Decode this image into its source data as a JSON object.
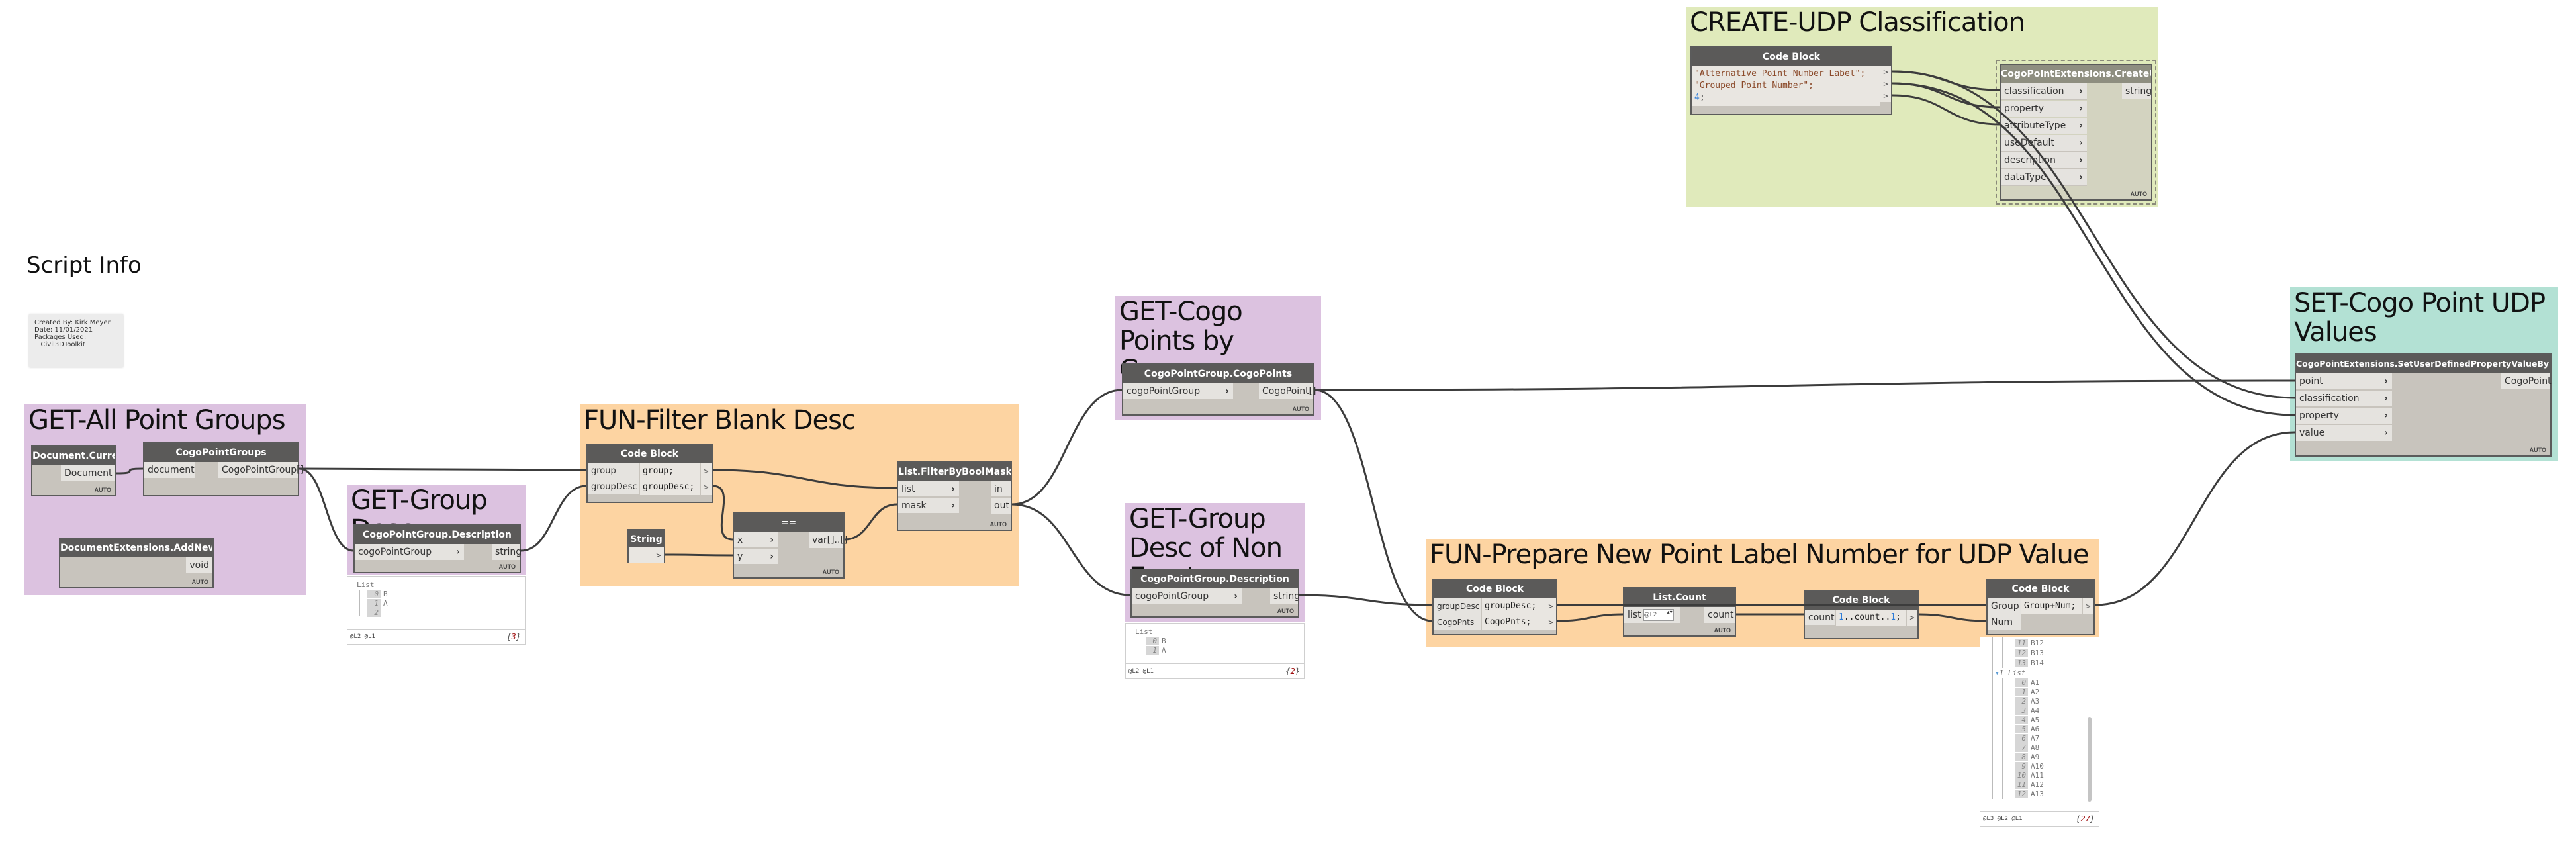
{
  "script_info": {
    "title": "Script Info",
    "note_lines": "Created By: Kirk Meyer\nDate: 11/01/2021\nPackages Used:\n   Civil3DToolkit"
  },
  "groups": {
    "get_all_point_groups": "GET-All Point Groups",
    "get_group_desc": "GET-Group Desc",
    "fun_filter_blank_desc": "FUN-Filter Blank Desc",
    "get_cogo_points_by_group": "GET-Cogo Points by Group",
    "get_group_desc_non_empty": "GET-Group Desc of Non Empty",
    "fun_prepare": "FUN-Prepare New Point Label Number for UDP Value",
    "create_udp": "CREATE-UDP Classification",
    "set_udp": "SET-Cogo Point UDP Values"
  },
  "nodes": {
    "document_current": {
      "title": "Document.Current",
      "output": "Document",
      "lacing": "AUTO"
    },
    "cogo_point_groups": {
      "title": "CogoPointGroups",
      "input": "document",
      "output": "CogoPointGroup[]"
    },
    "add_new_types": {
      "title": "DocumentExtensions.AddNewTypes",
      "output": "void",
      "lacing": "AUTO"
    },
    "group_desc": {
      "title": "CogoPointGroup.Description",
      "input": "cogoPointGroup",
      "output": "string",
      "lacing": "AUTO"
    },
    "filter_code_block": {
      "title": "Code Block",
      "inputs": [
        "group",
        "groupDesc"
      ],
      "code": [
        "group;",
        "groupDesc;"
      ],
      "out": ">"
    },
    "string_node": {
      "title": "String",
      "value": "",
      "out": ">"
    },
    "equals_node": {
      "title": "==",
      "inputs": [
        "x",
        "y"
      ],
      "output": "var[]..[]",
      "lacing": "AUTO"
    },
    "filter_by_bool_mask": {
      "title": "List.FilterByBoolMask",
      "inputs": [
        "list",
        "mask"
      ],
      "outputs": [
        "in",
        "out"
      ],
      "lacing": "AUTO"
    },
    "cogo_points": {
      "title": "CogoPointGroup.CogoPoints",
      "input": "cogoPointGroup",
      "output": "CogoPoint[]",
      "lacing": "AUTO"
    },
    "group_desc_2": {
      "title": "CogoPointGroup.Description",
      "input": "cogoPointGroup",
      "output": "string",
      "lacing": "AUTO"
    },
    "prep_code_block": {
      "title": "Code Block",
      "inputs": [
        "groupDesc",
        "CogoPnts"
      ],
      "code": [
        "groupDesc;",
        "CogoPnts;"
      ],
      "out": ">"
    },
    "list_count": {
      "title": "List.Count",
      "input": "list",
      "level": "@L2",
      "output": "count",
      "lacing": "AUTO"
    },
    "range_code_block": {
      "title": "Code Block",
      "input": "count",
      "code_num1": "1",
      "code_mid": "..count..",
      "code_num2": "1",
      "code_end": ";",
      "out": ">"
    },
    "concat_code_block": {
      "title": "Code Block",
      "inputs": [
        "Group",
        "Num"
      ],
      "code": "Group+Num;",
      "out": ">"
    },
    "udp_code_block": {
      "title": "Code Block",
      "code": [
        "\"Alternative Point Number Label\";",
        "\"Grouped Point Number\";"
      ],
      "code_num": "4",
      "code_num_end": ";",
      "out": ">"
    },
    "create_udp": {
      "title": "CogoPointExtensions.CreateUDP",
      "inputs": [
        "classification",
        "property",
        "attributeType",
        "useDefault",
        "description",
        "dataType"
      ],
      "output": "string",
      "lacing": "AUTO"
    },
    "set_udp": {
      "title": "CogoPointExtensions.SetUserDefinedPropertyValueByName",
      "inputs": [
        "point",
        "classification",
        "property",
        "value"
      ],
      "output": "CogoPoint",
      "lacing": "AUTO"
    }
  },
  "watches": {
    "group_desc": {
      "header": "List",
      "items": [
        {
          "i": "0",
          "v": "B"
        },
        {
          "i": "1",
          "v": "A"
        },
        {
          "i": "2",
          "v": ""
        }
      ],
      "levels": "@L2 @L1",
      "count_open": "{",
      "count": "3",
      "count_close": "}"
    },
    "group_desc_2": {
      "header": "List",
      "items": [
        {
          "i": "0",
          "v": "B"
        },
        {
          "i": "1",
          "v": "A"
        }
      ],
      "levels": "@L2 @L1",
      "count_open": "{",
      "count": "2",
      "count_close": "}"
    },
    "concat": {
      "items_top": [
        {
          "i": "11",
          "v": "B12"
        },
        {
          "i": "12",
          "v": "B13"
        },
        {
          "i": "13",
          "v": "B14"
        }
      ],
      "sublist_header": "1 List",
      "items": [
        {
          "i": "0",
          "v": "A1"
        },
        {
          "i": "1",
          "v": "A2"
        },
        {
          "i": "2",
          "v": "A3"
        },
        {
          "i": "3",
          "v": "A4"
        },
        {
          "i": "4",
          "v": "A5"
        },
        {
          "i": "5",
          "v": "A6"
        },
        {
          "i": "6",
          "v": "A7"
        },
        {
          "i": "7",
          "v": "A8"
        },
        {
          "i": "8",
          "v": "A9"
        },
        {
          "i": "9",
          "v": "A10"
        },
        {
          "i": "10",
          "v": "A11"
        },
        {
          "i": "11",
          "v": "A12"
        },
        {
          "i": "12",
          "v": "A13"
        }
      ],
      "levels": "@L3 @L2 @L1",
      "count_open": "{",
      "count": "27",
      "count_close": "}"
    }
  },
  "colors": {
    "group_purple": "#dcc2e0",
    "group_orange": "#fdd4a2",
    "group_green": "#e0eabb",
    "group_teal": "#b3e1d4",
    "node_header": "#5b5a59",
    "node_body": "#c8c4bd",
    "wire": "#3c3c3c"
  }
}
